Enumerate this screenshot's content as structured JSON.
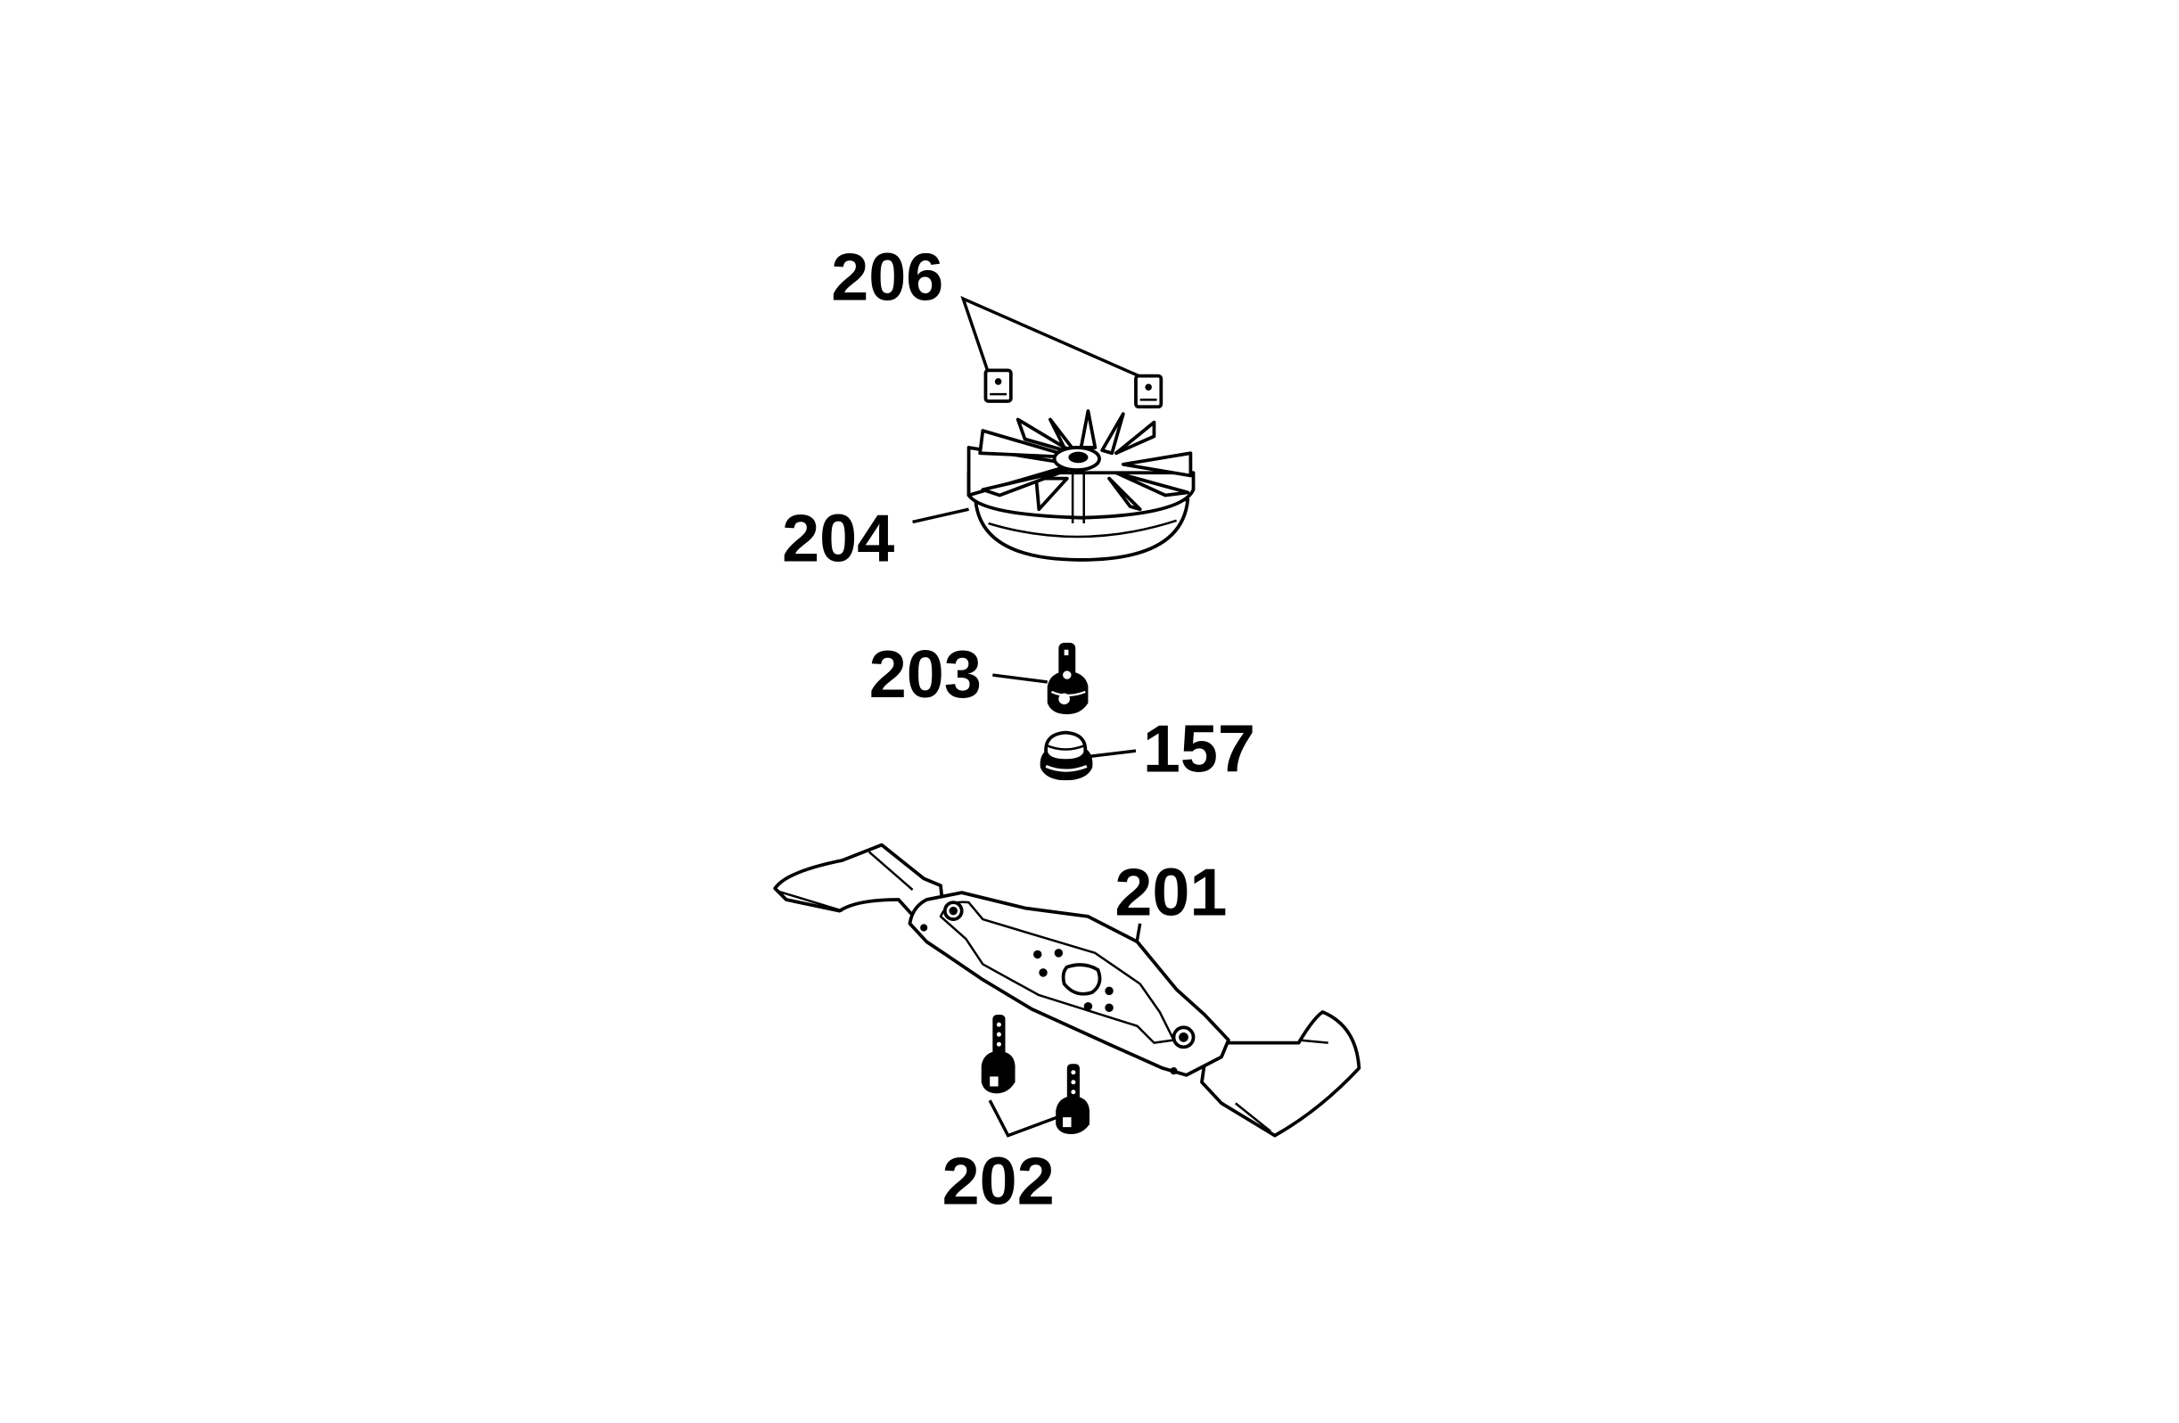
{
  "diagram": {
    "title": "",
    "type": "exploded-parts-view",
    "colors": {
      "line": "#000000",
      "background": "#ffffff"
    },
    "parts": [
      {
        "id": "206",
        "label": "206",
        "description": "clip (x2)"
      },
      {
        "id": "204",
        "label": "204",
        "description": "fan / blade adapter"
      },
      {
        "id": "203",
        "label": "203",
        "description": "bolt"
      },
      {
        "id": "157",
        "label": "157",
        "description": "cap / bushing"
      },
      {
        "id": "201",
        "label": "201",
        "description": "mower blade"
      },
      {
        "id": "202",
        "label": "202",
        "description": "screw (x2)"
      }
    ]
  }
}
